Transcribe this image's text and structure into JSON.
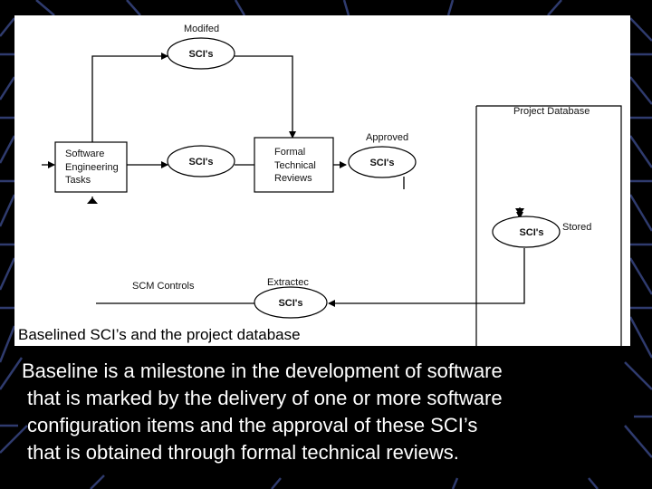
{
  "diagram": {
    "labels": {
      "modified": "Modifed",
      "approved": "Approved",
      "project_database": "Project Database",
      "stored": "Stored",
      "scm_controls": "SCM Controls",
      "extracted": "Extractec"
    },
    "boxes": {
      "software_engineering_tasks": [
        "Software",
        "Engineering",
        "Tasks"
      ],
      "formal_technical_reviews": [
        "Formal",
        "Technical",
        "Reviews"
      ]
    },
    "ellipse_label": "SCI's"
  },
  "caption": "Baselined SCI’s and the project database",
  "body_lines": [
    "Baseline is a milestone in the development of software",
    "that is marked by the delivery of one or more software",
    "configuration items and the approval of these SCI’s",
    "that is obtained through formal technical reviews."
  ]
}
